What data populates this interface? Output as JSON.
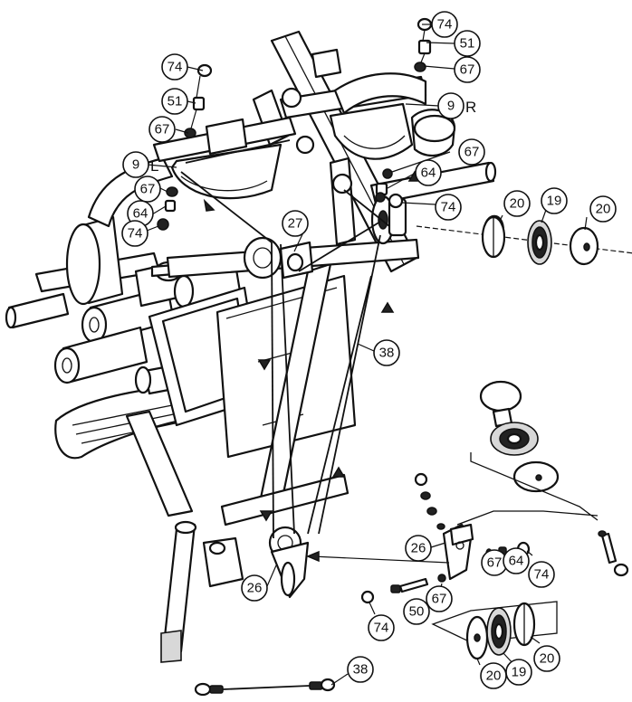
{
  "callouts": [
    {
      "id": "c74a",
      "text": "74"
    },
    {
      "id": "c51a",
      "text": "51"
    },
    {
      "id": "c67a",
      "text": "67"
    },
    {
      "id": "c9r",
      "text": "9"
    },
    {
      "id": "c67b",
      "text": "67"
    },
    {
      "id": "c64a",
      "text": "64"
    },
    {
      "id": "c74b",
      "text": "74"
    },
    {
      "id": "c20a",
      "text": "20"
    },
    {
      "id": "c19a",
      "text": "19"
    },
    {
      "id": "c20b",
      "text": "20"
    },
    {
      "id": "c74c",
      "text": "74"
    },
    {
      "id": "c51b",
      "text": "51"
    },
    {
      "id": "c67c",
      "text": "67"
    },
    {
      "id": "c9l",
      "text": "9"
    },
    {
      "id": "c67d",
      "text": "67"
    },
    {
      "id": "c64b",
      "text": "64"
    },
    {
      "id": "c74d",
      "text": "74"
    },
    {
      "id": "c27",
      "text": "27"
    },
    {
      "id": "c38a",
      "text": "38"
    },
    {
      "id": "c26a",
      "text": "26"
    },
    {
      "id": "c26b",
      "text": "26"
    },
    {
      "id": "c67e",
      "text": "67"
    },
    {
      "id": "c64c",
      "text": "64"
    },
    {
      "id": "c74e",
      "text": "74"
    },
    {
      "id": "c74f",
      "text": "74"
    },
    {
      "id": "c50",
      "text": "50"
    },
    {
      "id": "c67f",
      "text": "67"
    },
    {
      "id": "c20c",
      "text": "20"
    },
    {
      "id": "c19b",
      "text": "19"
    },
    {
      "id": "c20d",
      "text": "20"
    },
    {
      "id": "c38b",
      "text": "38"
    }
  ],
  "side_labels": {
    "right": "R",
    "left": "L"
  }
}
